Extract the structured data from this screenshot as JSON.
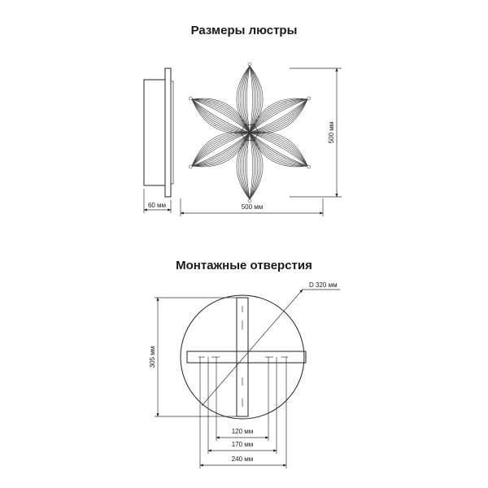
{
  "sections": {
    "chandelier_dimensions_title": "Размеры люстры",
    "mounting_holes_title": "Монтажные отверстия"
  },
  "chandelier": {
    "side_depth_label": "60 мм",
    "width_label": "500 мм",
    "height_label": "500 мм"
  },
  "mounting": {
    "diameter_label": "D 320 мм",
    "height_label": "305 мм",
    "dim_120_label": "120 мм",
    "dim_170_label": "170 мм",
    "dim_240_label": "240 мм"
  }
}
